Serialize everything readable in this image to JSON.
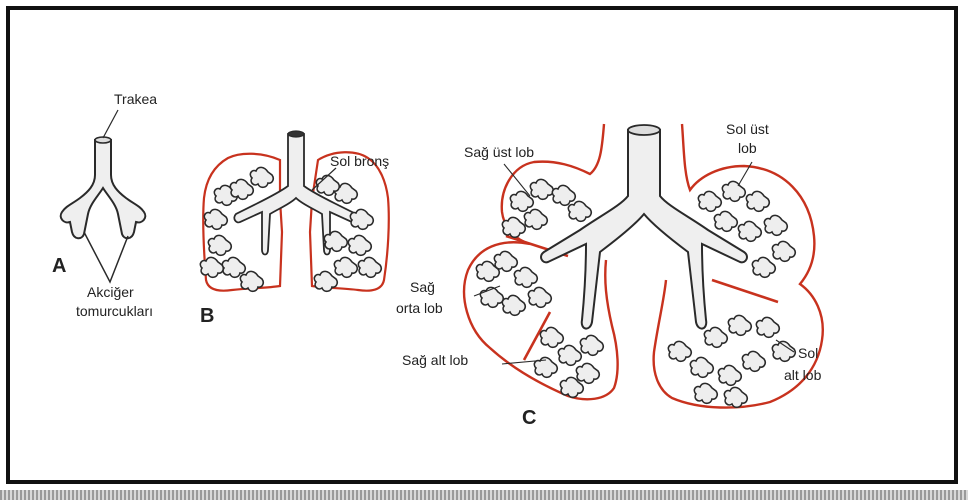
{
  "figure": {
    "panel_a": {
      "letter": "A",
      "trakea": "Trakea",
      "akciger_line1": "Akciğer",
      "akciger_line2": "tomurcukları"
    },
    "panel_b": {
      "letter": "B",
      "sol_brons": "Sol bronş"
    },
    "panel_c": {
      "letter": "C",
      "sag_ust_lob": "Sağ üst lob",
      "sol_ust_line1": "Sol üst",
      "sol_ust_line2": "lob",
      "sag_orta_line1": "Sağ",
      "sag_orta_line2": "orta lob",
      "sag_alt_lob": "Sağ alt lob",
      "sol_alt_line1": "Sol",
      "sol_alt_line2": "alt lob"
    },
    "colors": {
      "outline": "#c8321e",
      "ink": "#2a2a2a",
      "fill": "#eeeeee"
    }
  }
}
